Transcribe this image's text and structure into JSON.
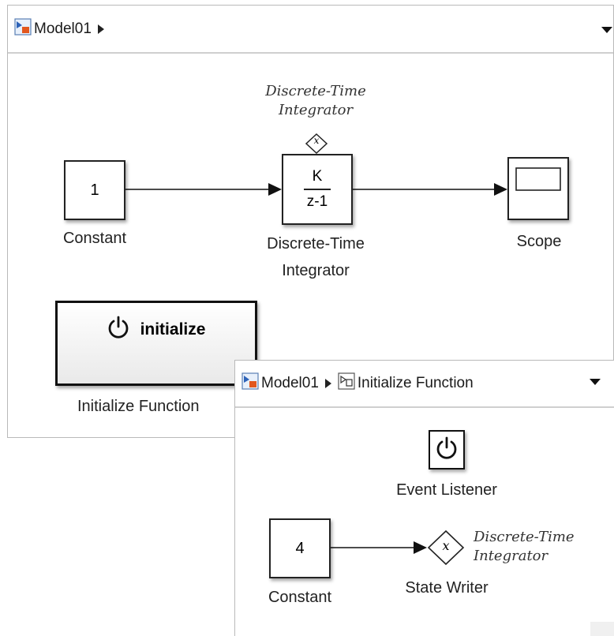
{
  "main_window": {
    "breadcrumb_model": "Model01",
    "blocks": {
      "constant": {
        "value": "1",
        "label": "Constant"
      },
      "integrator": {
        "numerator": "K",
        "denominator": "z-1",
        "label_line1": "Discrete-Time",
        "label_line2": "Integrator",
        "state_name_line1": "Discrete-Time",
        "state_name_line2": "Integrator",
        "state_port": "x"
      },
      "scope": {
        "label": "Scope"
      },
      "initialize_function": {
        "text": "initialize",
        "label": "Initialize Function"
      }
    }
  },
  "sub_window": {
    "breadcrumb_model": "Model01",
    "breadcrumb_subsystem": "Initialize Function",
    "blocks": {
      "event_listener": {
        "label": "Event Listener"
      },
      "constant": {
        "value": "4",
        "label": "Constant"
      },
      "state_writer": {
        "symbol": "x",
        "label": "State Writer",
        "target_line1": "Discrete-Time",
        "target_line2": "Integrator"
      }
    }
  },
  "icons": {
    "model_icon": "simulink-model-icon",
    "subsystem_icon": "subsystem-icon",
    "power_icon": "power-icon"
  }
}
